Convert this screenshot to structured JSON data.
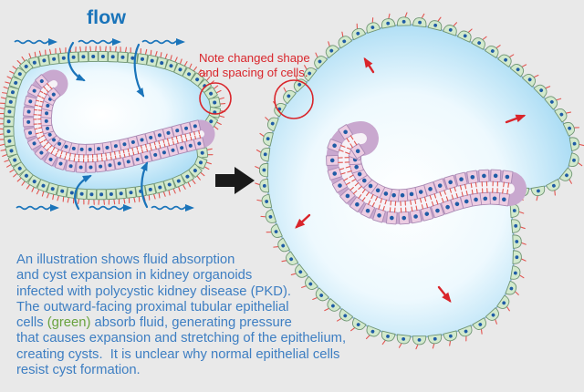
{
  "title": {
    "flow_label": "flow"
  },
  "annotations": {
    "note_line1": "Note changed shape",
    "note_line2": "and spacing of cells."
  },
  "caption": {
    "lines": [
      [
        {
          "t": "An illustration shows fluid absorption",
          "c": "blue"
        }
      ],
      [
        {
          "t": "and cyst expansion in kidney organoids",
          "c": "blue"
        }
      ],
      [
        {
          "t": "infected with polycystic kidney disease (PKD).",
          "c": "blue"
        }
      ],
      [
        {
          "t": "The outward-facing proximal tubular epithelial",
          "c": "blue"
        }
      ],
      [
        {
          "t": "cells ",
          "c": "blue"
        },
        {
          "t": "(green)",
          "c": "green"
        },
        {
          "t": " absorb fluid, generating pressure",
          "c": "blue"
        }
      ],
      [
        {
          "t": "that causes expansion and stretching of the epithelium,",
          "c": "blue"
        }
      ],
      [
        {
          "t": "creating cysts.  It is unclear why normal epithelial cells",
          "c": "blue"
        }
      ],
      [
        {
          "t": "resist cyst formation.",
          "c": "blue"
        }
      ]
    ]
  },
  "palette": {
    "background": "#e9e9e9",
    "flow_blue": "#1a74ba",
    "caption_blue": "#3d7ec2",
    "caption_green": "#69a23e",
    "annotation_red": "#d9252b",
    "arrow_black": "#1a1a1a",
    "organoid_fill_edge": "#a3d9f3",
    "organoid_fill_mid": "#eef9fe",
    "organoid_fill_center": "#ffffff",
    "organoid_outline": "#85b4d5",
    "green_cell_fill": "#d2e9cc",
    "green_cell_stroke": "#6f9473",
    "pink_cell_fill": "#eccce2",
    "pink_cell_stroke": "#a98ab4",
    "tubule_base": "#c9a8cf",
    "tubule_lumen": "#f6f2f7",
    "nucleus_blue": "#1f5ca6",
    "cilia_red": "#e25550"
  }
}
